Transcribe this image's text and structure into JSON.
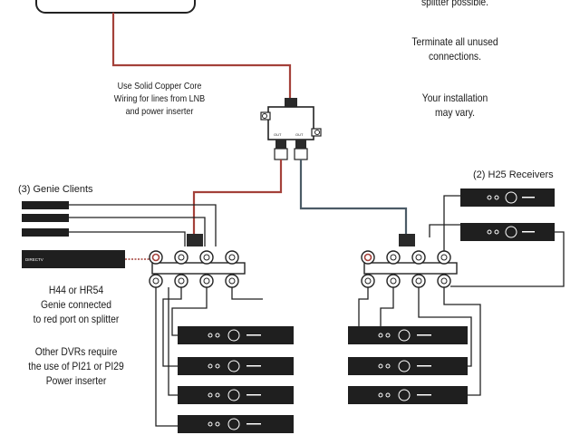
{
  "notes": {
    "top_right_1": "splitter possible.",
    "top_right_2": "Terminate all unused",
    "top_right_3": "connections.",
    "top_right_4": "Your installation",
    "top_right_5": "may vary.",
    "copper_1": "Use Solid Copper Core",
    "copper_2": "Wiring for lines from LNB",
    "copper_3": "and power inserter",
    "genie_1": "H44 or HR54",
    "genie_2": "Genie connected",
    "genie_3": "to red port on splitter",
    "dvr_1": "Other DVRs require",
    "dvr_2": "the use of PI21 or PI29",
    "dvr_3": "Power inserter"
  },
  "labels": {
    "genie_clients": "(3) Genie Clients",
    "h25_receivers": "(2) H25 Receivers",
    "brand": "DIRECTV",
    "splitter_out": "OUT"
  },
  "colors": {
    "red_wire": "#a4413a",
    "blue_wire": "#4b5b66",
    "box_dark": "#1f1f1f"
  }
}
